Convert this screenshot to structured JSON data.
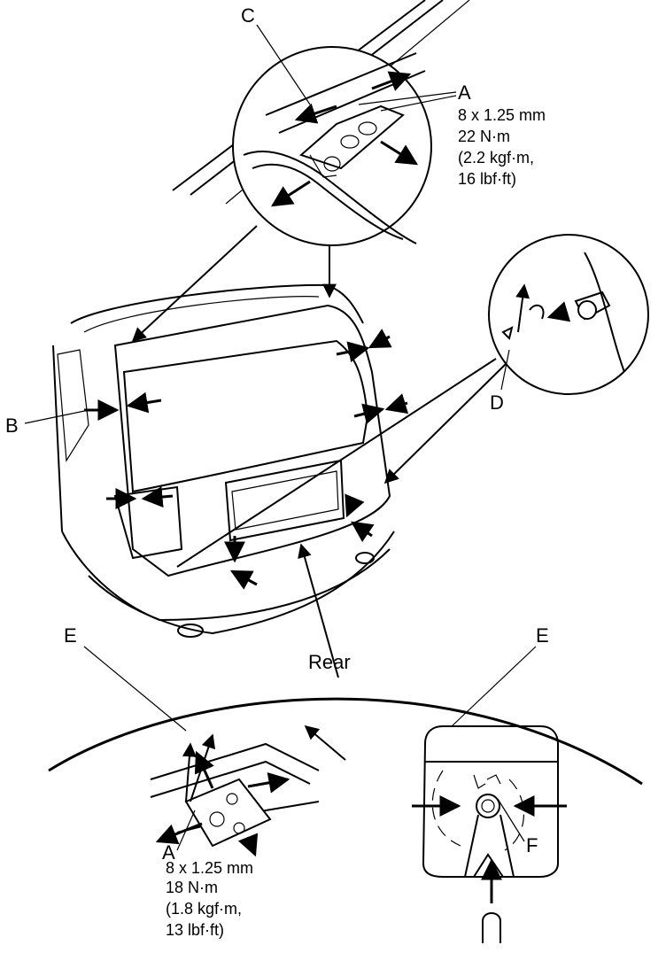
{
  "labels": {
    "A": "A",
    "B": "B",
    "C": "C",
    "D": "D",
    "E": "E",
    "F": "F",
    "rear": "Rear"
  },
  "spec_top": {
    "size": "8 x 1.25 mm",
    "torque_nm": "22 N·m",
    "torque_kgf": "(2.2 kgf·m,",
    "torque_lbf": "16 lbf·ft)"
  },
  "spec_bottom": {
    "size": "8 x 1.25 mm",
    "torque_nm": "18 N·m",
    "torque_kgf": "(1.8 kgf·m,",
    "torque_lbf": "13 lbf·ft)"
  },
  "colors": {
    "ink": "#000000",
    "paper": "#ffffff"
  }
}
